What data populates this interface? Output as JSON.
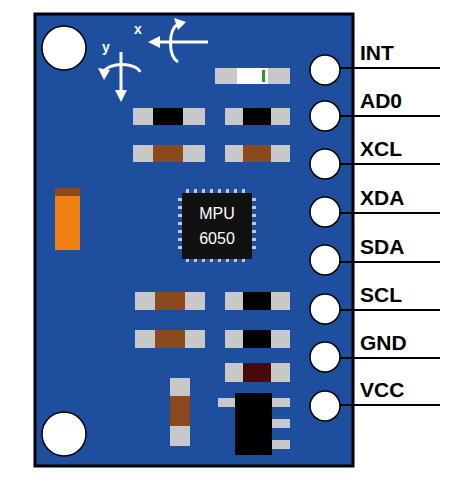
{
  "diagram": {
    "nodes": [
      {
        "text": [
          "MPU 6050"
        ]
      }
    ],
    "labels": [
      "x",
      "y",
      "INT",
      "AD0",
      "XCL",
      "XDA",
      "SDA",
      "SCL",
      "GND",
      "VCC"
    ]
  }
}
